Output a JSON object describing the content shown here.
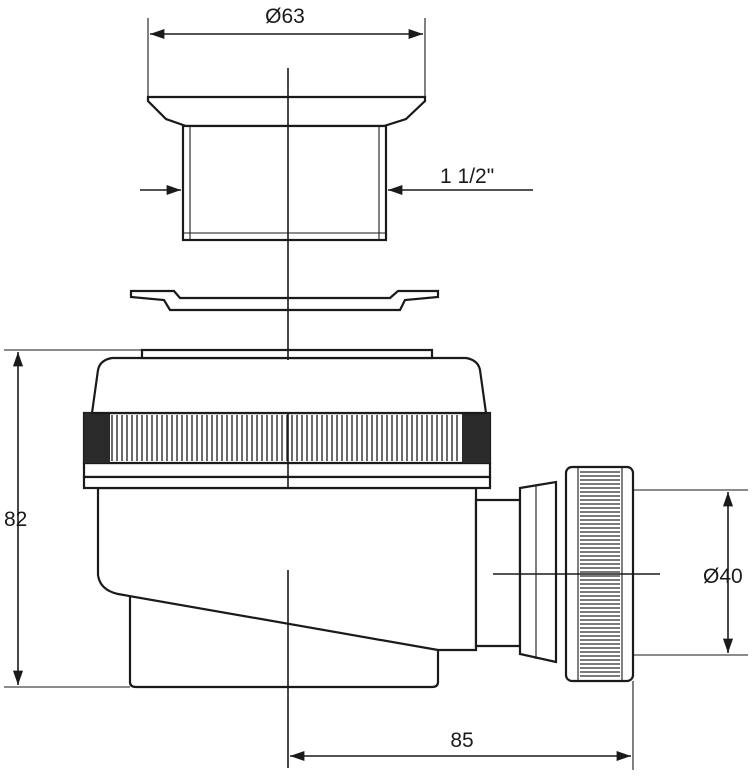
{
  "drawing": {
    "colors": {
      "line": "#1a1a1a",
      "background": "#ffffff",
      "ribbing": "#2a2a2a"
    },
    "dimensions": {
      "top_diameter": "Ø63",
      "thread_size": "1 1/2\"",
      "height": "82",
      "outlet_diameter": "Ø40",
      "outlet_offset": "85"
    }
  }
}
